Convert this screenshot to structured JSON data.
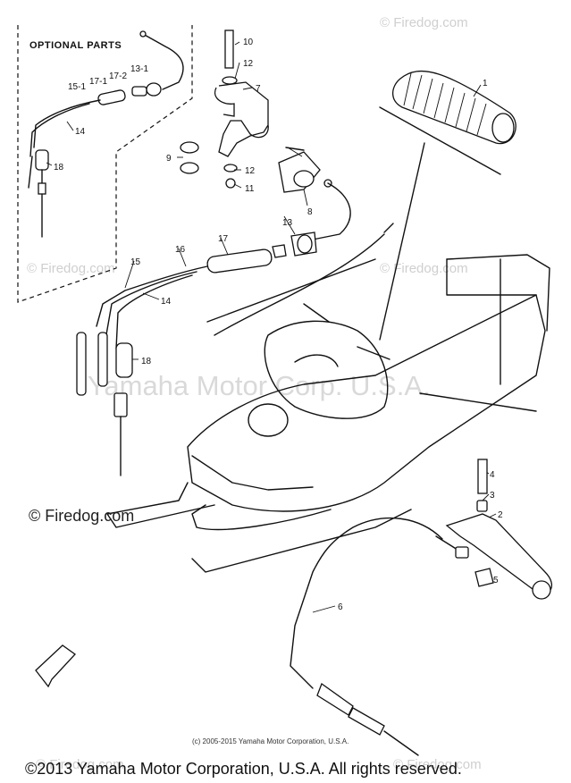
{
  "optional_parts_label": "OPTIONAL PARTS",
  "callouts": {
    "c1": "1",
    "c2": "2",
    "c3": "3",
    "c4": "4",
    "c5": "5",
    "c6": "6",
    "c7": "7",
    "c8": "8",
    "c9": "9",
    "c10": "10",
    "c11": "11",
    "c12a": "12",
    "c12b": "12",
    "c13": "13",
    "c13_1": "13-1",
    "c14a": "14",
    "c14b": "14",
    "c15": "15",
    "c15_1": "15-1",
    "c16": "16",
    "c17": "17",
    "c17_2": "17-2",
    "c17_1": "17-1",
    "c18a": "18",
    "c18b": "18"
  },
  "watermarks": {
    "firedog_small": "© Firedog.com",
    "yamaha_center": "Yamaha Motor Corp. U.S.A.",
    "firedog_left": "© Firedog.com"
  },
  "copyright_small": "(c) 2005-2015 Yamaha Motor Corporation, U.S.A.",
  "copyright_main": "©2013 Yamaha Motor Corporation, U.S.A. All rights reserved."
}
